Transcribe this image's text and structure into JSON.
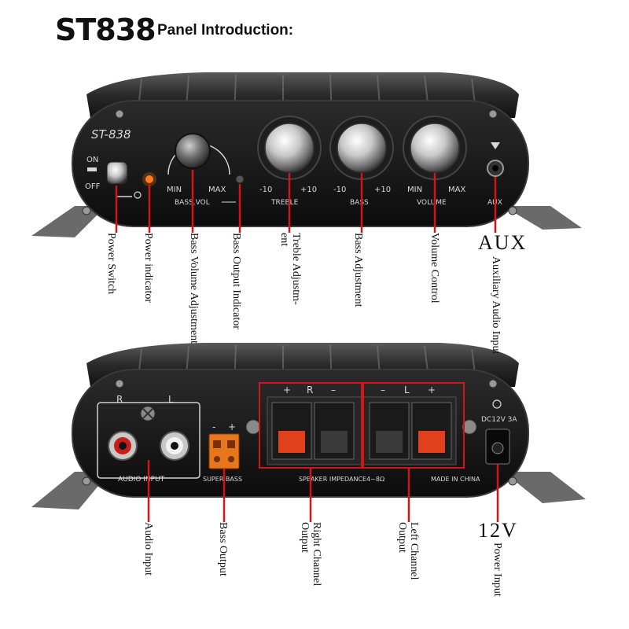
{
  "header": {
    "model": "ST838",
    "subtitle": "Panel Introduction:"
  },
  "front_panel": {
    "brand": "ST-838",
    "switch_on": "ON",
    "switch_off": "OFF",
    "bass_vol_min": "MIN",
    "bass_vol_max": "MAX",
    "bass_vol_label": "BASS.VOL",
    "treble_min": "-10",
    "treble_max": "+10",
    "treble_label": "TREBLE",
    "bass_min": "-10",
    "bass_max": "+10",
    "bass_label": "BASS",
    "volume_min": "MIN",
    "volume_max": "MAX",
    "volume_label": "VOLUME",
    "aux_label": "AUX"
  },
  "front_callouts": [
    "Power Switch",
    "Power indicator",
    "Bass Volume Adjustment",
    "Bass Output Indicator",
    "Treble Adjustm-\nent",
    "Bass Adjustment",
    "Volume Control",
    "Auxiliary Audio Input"
  ],
  "front_big_label": "AUX",
  "rear_panel": {
    "rca_r": "R",
    "rca_l": "L",
    "audio_input_label": "AUDIO INPUT",
    "super_bass_minus": "-",
    "super_bass_plus": "+",
    "super_bass_label": "SUPER BASS",
    "right_plus": "+",
    "right_r": "R",
    "right_minus": "–",
    "left_minus": "–",
    "left_l": "L",
    "left_plus": "+",
    "impedance": "SPEAKER IMPEDANCE4~8Ω",
    "made_in": "MADE IN CHINA",
    "dc_rating": "DC12V 3A"
  },
  "rear_callouts": [
    "Audio Input",
    "Bass Output",
    "Right Channel\nOutput",
    "Left Channel\nOutput",
    "Power Input"
  ],
  "rear_big_label": "12V",
  "colors": {
    "accent_red": "#d4141a",
    "body_black": "#1a1a1a",
    "panel_text": "#d8d8d8",
    "terminal_red": "#e0401c",
    "led_orange": "#ff7a1a"
  }
}
